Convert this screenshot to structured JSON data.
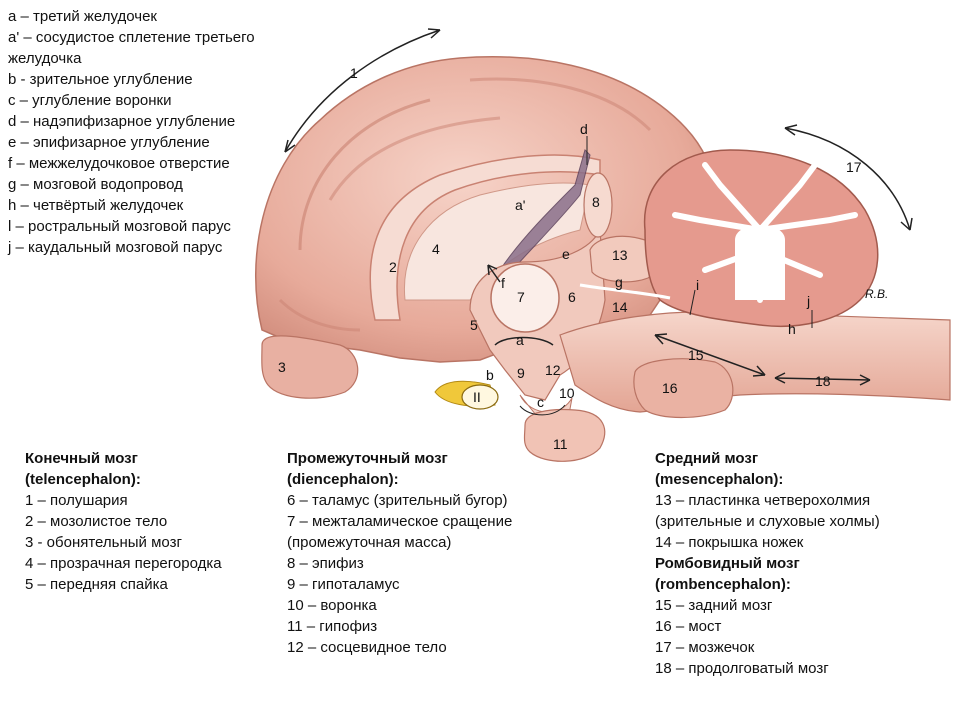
{
  "legend_top": [
    "a – третий желудочек",
    "a' – сосудистое сплетение третьего желудочка",
    "b - зрительное углубление",
    "c – углубление воронки",
    "d – надэпифизарное углубление",
    "e – эпифизарное углубление",
    "f – межжелудочковое отверстие",
    "g – мозговой водопровод",
    "h – четвёртый желудочек",
    "l – ростральный мозговой парус",
    "j – каудальный мозговой парус"
  ],
  "telencephalon": {
    "title": "Конечный мозг",
    "latin": "(telencephalon):",
    "items": [
      "1 – полушария",
      "2 – мозолистое тело",
      "3 - обонятельный мозг",
      "4 – прозрачная перегородка",
      "5 – передняя спайка"
    ]
  },
  "diencephalon": {
    "title": "Промежуточный мозг",
    "latin": "(diencephalon):",
    "items": [
      "6 – таламус (зрительный бугор)",
      "7 – межталамическое сращение",
      "(промежуточная масса)",
      "8 – эпифиз",
      "9 – гипоталамус",
      "10 – воронка",
      "11 – гипофиз",
      "12 – сосцевидное тело"
    ]
  },
  "mesencephalon": {
    "title": "Средний мозг",
    "latin": "(mesencephalon):",
    "items": [
      "13 – пластинка четверохолмия",
      "(зрительные и слуховые холмы)",
      "14 – покрышка ножек"
    ]
  },
  "rombencephalon": {
    "title": "Ромбовидный мозг",
    "latin": "(rombencephalon):",
    "items": [
      "15 – задний мозг",
      "16 – мост",
      "17 – мозжечок",
      "18 – продолговатый мозг"
    ]
  },
  "labels": {
    "n1": "1",
    "n2": "2",
    "n3": "3",
    "n4": "4",
    "n5": "5",
    "n6": "6",
    "n7": "7",
    "n8": "8",
    "n9": "9",
    "n10": "10",
    "n11": "11",
    "n12": "12",
    "n13": "13",
    "n14": "14",
    "n15": "15",
    "n16": "16",
    "n17": "17",
    "n18": "18",
    "II": "II",
    "a": "a",
    "a_prime": "a'",
    "b": "b",
    "c": "c",
    "d": "d",
    "e": "e",
    "f": "f",
    "g": "g",
    "h": "h",
    "i": "i",
    "j": "j"
  },
  "signature": "R.B.",
  "colors": {
    "cortex": "#e9b3a4",
    "cortex_dark": "#c98272",
    "inner": "#f3d2c8",
    "pale": "#f8e6df",
    "stem": "#eec1b2",
    "cerebellum": "#e59a8e",
    "nerve": "#f0c83a"
  }
}
